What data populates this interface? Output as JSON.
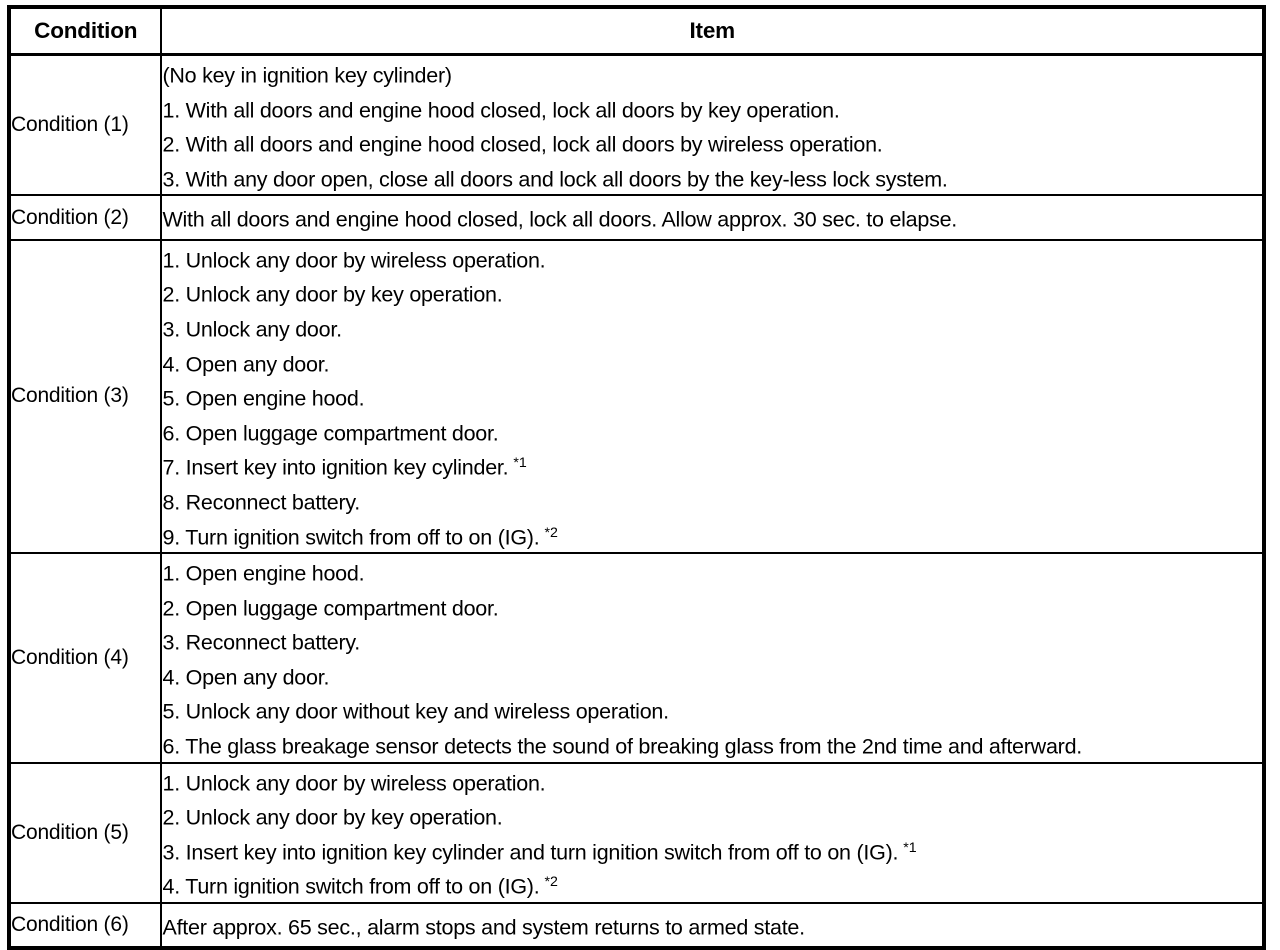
{
  "table": {
    "headers": {
      "condition": "Condition",
      "item": "Item"
    },
    "rows": [
      {
        "condition": "Condition (1)",
        "lines": [
          {
            "text": "(No key in ignition key cylinder)",
            "note": ""
          },
          {
            "text": "1. With all doors and engine hood closed, lock all doors by key operation.",
            "note": ""
          },
          {
            "text": "2. With all doors and engine hood closed, lock all doors by wireless operation.",
            "note": ""
          },
          {
            "text": "3. With any door open, close all doors and lock all doors by the key-less lock system.",
            "note": ""
          }
        ]
      },
      {
        "condition": "Condition (2)",
        "lines": [
          {
            "text": "With all doors and engine hood closed, lock all doors. Allow approx. 30 sec. to elapse.",
            "note": ""
          }
        ]
      },
      {
        "condition": "Condition (3)",
        "lines": [
          {
            "text": "1. Unlock any door by wireless operation.",
            "note": ""
          },
          {
            "text": "2. Unlock any door by key operation.",
            "note": ""
          },
          {
            "text": "3. Unlock any door.",
            "note": ""
          },
          {
            "text": "4. Open any door.",
            "note": ""
          },
          {
            "text": "5. Open engine hood.",
            "note": ""
          },
          {
            "text": "6. Open luggage compartment door.",
            "note": ""
          },
          {
            "text": "7. Insert key into ignition key cylinder.",
            "note": "*1"
          },
          {
            "text": "8. Reconnect battery.",
            "note": ""
          },
          {
            "text": "9. Turn ignition switch from off to on (IG).",
            "note": "*2"
          }
        ]
      },
      {
        "condition": "Condition (4)",
        "lines": [
          {
            "text": "1. Open engine hood.",
            "note": ""
          },
          {
            "text": "2. Open luggage compartment door.",
            "note": ""
          },
          {
            "text": "3. Reconnect battery.",
            "note": ""
          },
          {
            "text": "4. Open any door.",
            "note": ""
          },
          {
            "text": "5. Unlock any door without key and wireless operation.",
            "note": ""
          },
          {
            "text": "6. The glass breakage sensor detects the sound of breaking glass from the 2nd time and afterward.",
            "note": ""
          }
        ]
      },
      {
        "condition": "Condition (5)",
        "lines": [
          {
            "text": "1. Unlock any door by wireless operation.",
            "note": ""
          },
          {
            "text": "2. Unlock any door by key operation.",
            "note": ""
          },
          {
            "text": "3. Insert key into ignition key cylinder and turn ignition switch from off to on (IG).",
            "note": "*1"
          },
          {
            "text": "4. Turn ignition switch from off to on (IG).",
            "note": "*2"
          }
        ]
      },
      {
        "condition": "Condition (6)",
        "lines": [
          {
            "text": "After approx. 65 sec., alarm stops and system returns to armed state.",
            "note": ""
          }
        ]
      }
    ]
  }
}
